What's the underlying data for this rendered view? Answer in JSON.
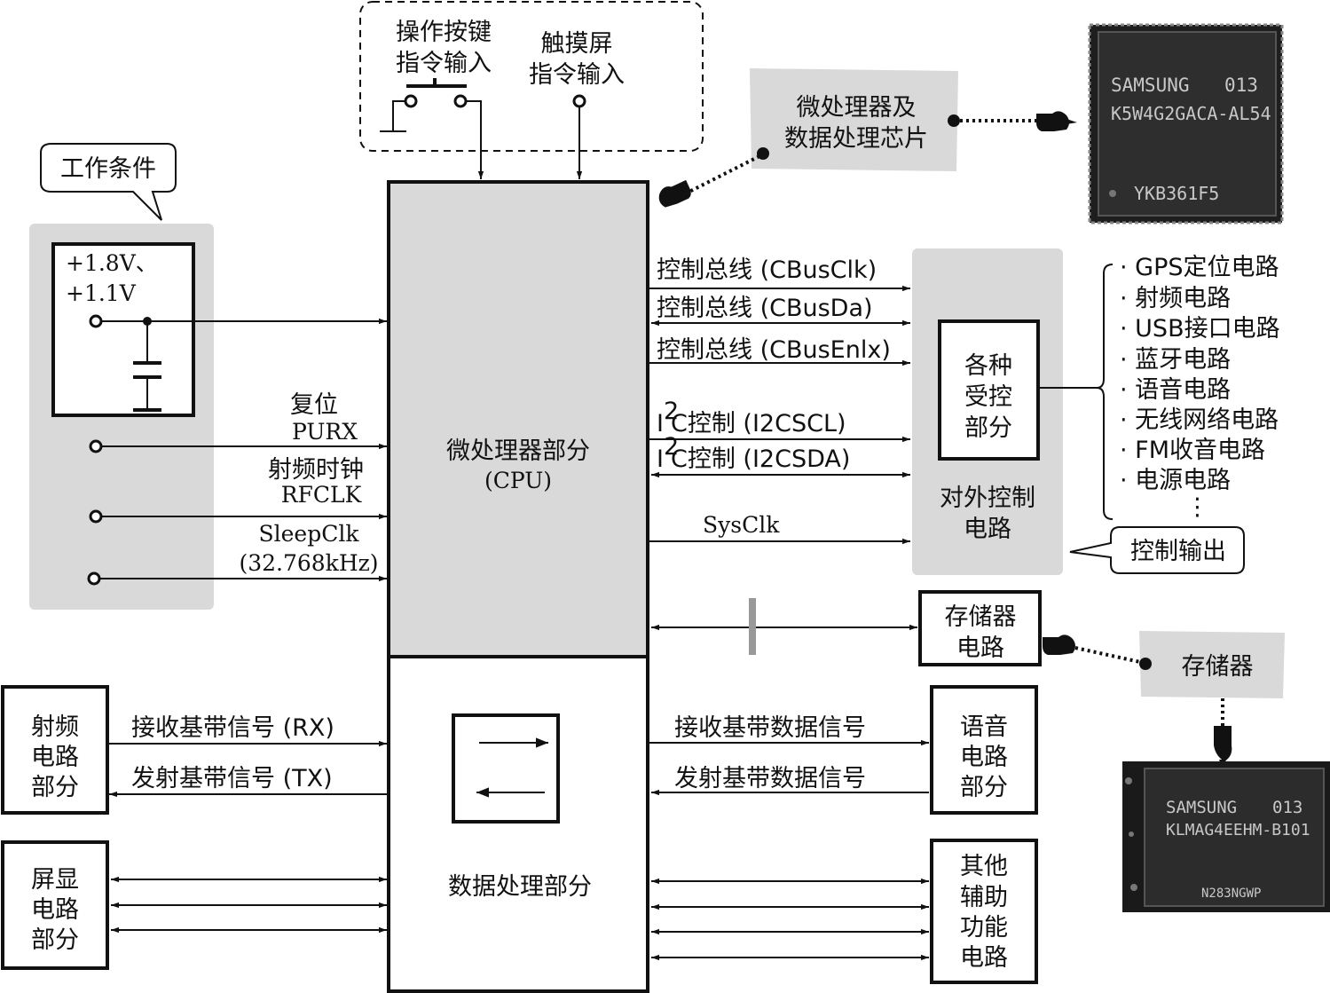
{
  "inputs": {
    "keypad_line1": "操作按键",
    "keypad_line2": "指令输入",
    "touch_line1": "触摸屏",
    "touch_line2": "指令输入"
  },
  "work_conditions": {
    "callout": "工作条件",
    "voltage_line1": "+1.8V、",
    "voltage_line2": "+1.1V",
    "reset_cn": "复位",
    "reset_en": "PURX",
    "rfclk_cn": "射频时钟",
    "rfclk_en": "RFCLK",
    "sleepclk_line1": "SleepClk",
    "sleepclk_line2": "(32.768kHz)"
  },
  "cpu": {
    "label_line1": "微处理器部分",
    "label_line2": "(CPU)"
  },
  "data_proc": {
    "label": "数据处理部分"
  },
  "microprocessor_callout": {
    "line1": "微处理器及",
    "line2": "数据处理芯片"
  },
  "chip1": {
    "brand": "SAMSUNG",
    "code": "013",
    "part": "K5W4G2GACA-AL54",
    "lot": "YKB361F5"
  },
  "buses": [
    {
      "label": "控制总线 (CBusClk)"
    },
    {
      "label": "控制总线 (CBusDa)"
    },
    {
      "label": "控制总线 (CBusEnlx)"
    },
    {
      "label": "C控制 (I2CSCL)",
      "prefix": "I",
      "sup": "2"
    },
    {
      "label": "C控制 (I2CSDA)",
      "prefix": "I",
      "sup": "2"
    },
    {
      "label": "SysClk"
    }
  ],
  "external_control": {
    "box_line1": "各种",
    "box_line2": "受控",
    "box_line3": "部分",
    "label_line1": "对外控制",
    "label_line2": "电路"
  },
  "controlled_circuits": [
    "· GPS定位电路",
    "· 射频电路",
    "· USB接口电路",
    "· 蓝牙电路",
    "· 语音电路",
    "· 无线网络电路",
    "· FM收音电路",
    "· 电源电路",
    "⋮"
  ],
  "control_output_callout": "控制输出",
  "memory_circuit": {
    "line1": "存储器",
    "line2": "电路"
  },
  "memory_callout": "存储器",
  "chip2": {
    "brand": "SAMSUNG",
    "code": "013",
    "part": "KLMAG4EEHM-B101",
    "lot": "N283NGWP"
  },
  "rf_section": {
    "line1": "射频",
    "line2": "电路",
    "line3": "部分"
  },
  "rf_signals": {
    "rx": "接收基带信号 (RX)",
    "tx": "发射基带信号 (TX)"
  },
  "audio_signals": {
    "rx": "接收基带数据信号",
    "tx": "发射基带数据信号"
  },
  "audio_section": {
    "line1": "语音",
    "line2": "电路",
    "line3": "部分"
  },
  "display_section": {
    "line1": "屏显",
    "line2": "电路",
    "line3": "部分"
  },
  "aux_section": {
    "line1": "其他",
    "line2": "辅助",
    "line3": "功能",
    "line4": "电路"
  }
}
